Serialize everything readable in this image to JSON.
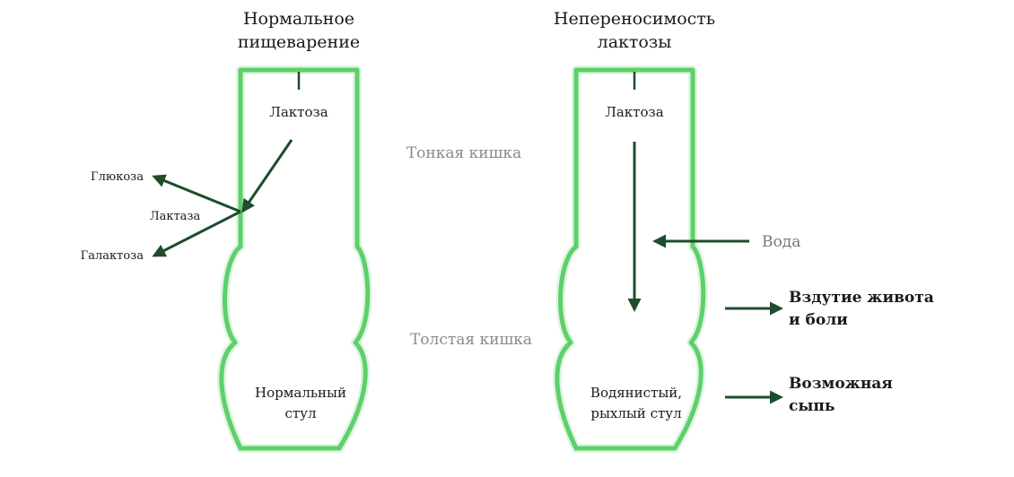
{
  "normal": {
    "title_line1": "Нормальное",
    "title_line2": "пищеварение",
    "lactose": "Лактоза",
    "glucose": "Глюкоза",
    "lactase": "Лактаза",
    "galactose": "Галактоза",
    "stool_line1": "Нормальный",
    "stool_line2": "стул"
  },
  "intolerance": {
    "title_line1": "Непереносимость",
    "title_line2": "лактозы",
    "lactose": "Лактоза",
    "water": "Вода",
    "bloating_line1": "Вздутие живота",
    "bloating_line2": "и боли",
    "rash_line1": "Возможная",
    "rash_line2": "сыпь",
    "stool_line1": "Водянистый,",
    "stool_line2": "рыхлый стул"
  },
  "center": {
    "small_intestine": "Тонкая кишка",
    "large_intestine": "Толстая кишка"
  },
  "colors": {
    "tube": "#5fcf6b",
    "arrow": "#1e4d2b"
  }
}
